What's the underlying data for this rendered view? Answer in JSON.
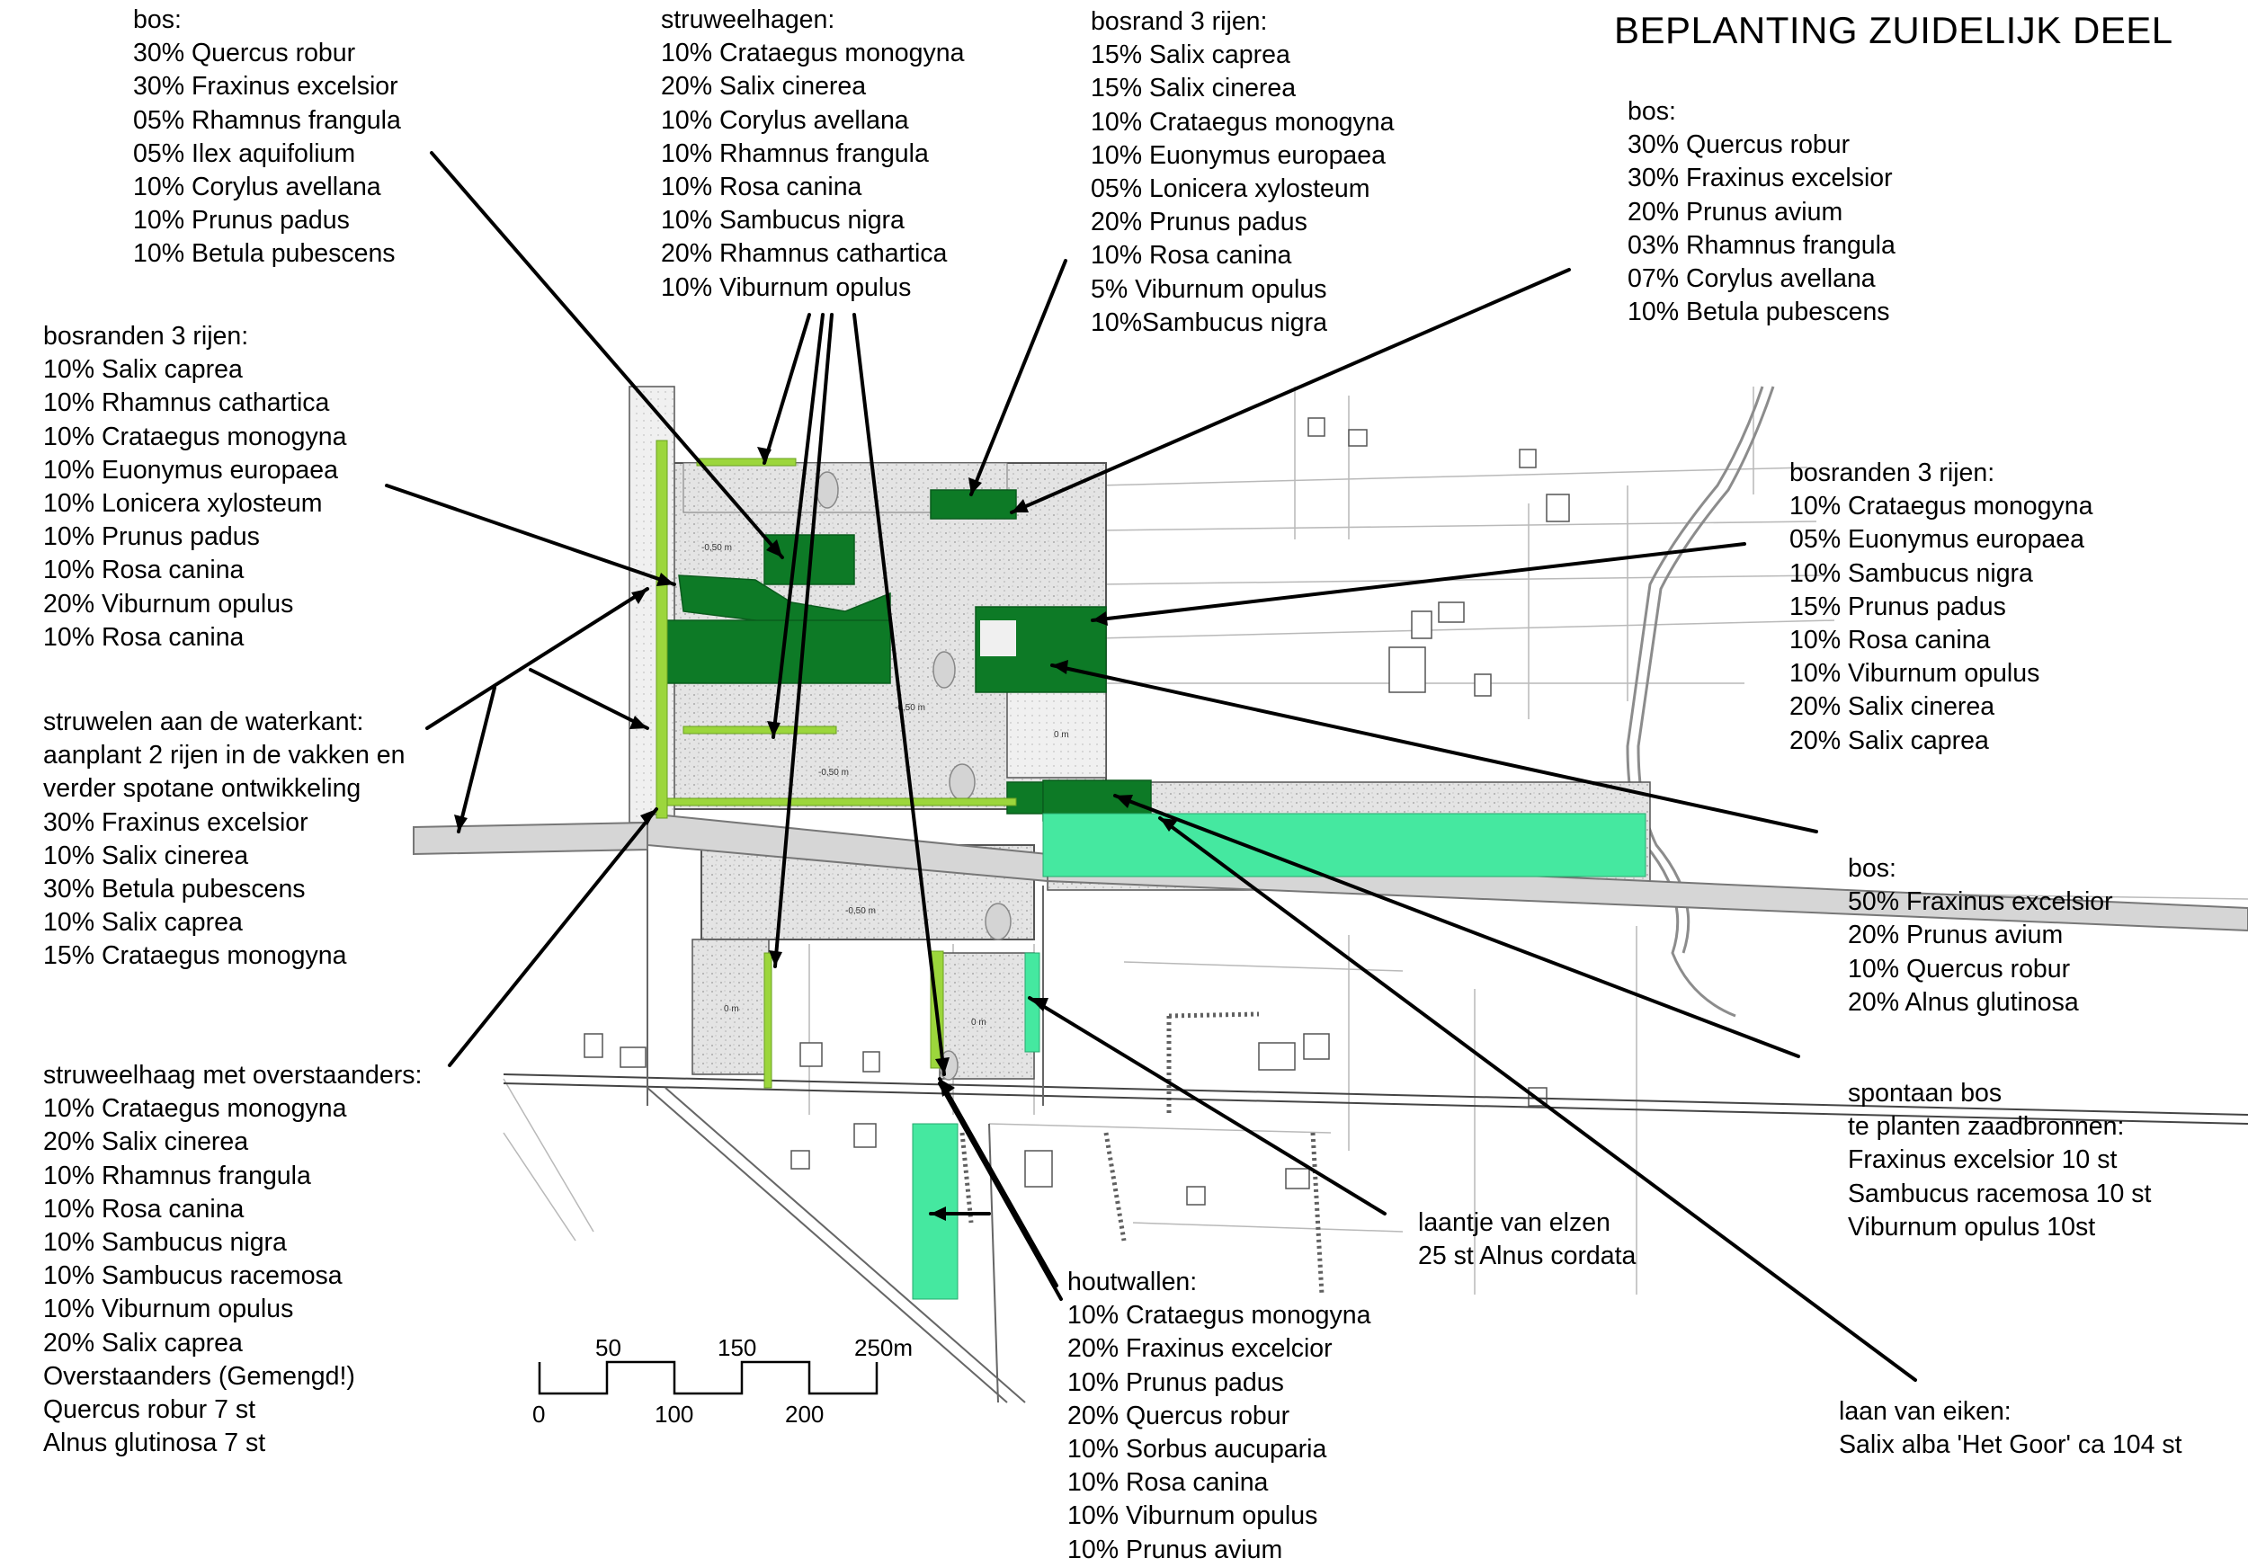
{
  "title": "BEPLANTING ZUIDELIJK DEEL",
  "colors": {
    "dark_green": "#0d7a26",
    "light_green": "#9cd63c",
    "mint": "#45e8a0",
    "gravel": "#e2e2e2",
    "line": "#000000"
  },
  "labels": {
    "bos_1": {
      "heading": "bos:",
      "lines": [
        "30% Quercus robur",
        "30% Fraxinus excelsior",
        "05% Rhamnus frangula",
        "05% Ilex aquifolium",
        "10% Corylus avellana",
        "10% Prunus padus",
        "10% Betula pubescens"
      ]
    },
    "struweelhagen": {
      "heading": "struweelhagen:",
      "lines": [
        "10% Crataegus monogyna",
        "20% Salix cinerea",
        "10% Corylus avellana",
        "10% Rhamnus frangula",
        "10% Rosa canina",
        "10% Sambucus nigra",
        "20% Rhamnus cathartica",
        "10% Viburnum opulus"
      ]
    },
    "bosrand_3": {
      "heading": "bosrand 3 rijen:",
      "lines": [
        "15% Salix caprea",
        "15% Salix cinerea",
        "10% Crataegus monogyna",
        "10% Euonymus europaea",
        "05% Lonicera xylosteum",
        "20% Prunus padus",
        "10% Rosa canina",
        "5% Viburnum opulus",
        "10%Sambucus nigra"
      ]
    },
    "bos_2": {
      "heading": "bos:",
      "lines": [
        "30% Quercus robur",
        "30% Fraxinus excelsior",
        "20% Prunus avium",
        "03% Rhamnus frangula",
        "07% Corylus avellana",
        "10% Betula pubescens"
      ]
    },
    "bosranden_left": {
      "heading": "bosranden 3 rijen:",
      "lines": [
        "10% Salix caprea",
        "10% Rhamnus cathartica",
        "10% Crataegus monogyna",
        "10% Euonymus europaea",
        "10% Lonicera xylosteum",
        "10% Prunus padus",
        "10% Rosa canina",
        "20% Viburnum opulus",
        "10% Rosa canina"
      ]
    },
    "bosranden_right": {
      "heading": "bosranden 3 rijen:",
      "lines": [
        "10% Crataegus monogyna",
        "05% Euonymus europaea",
        "10% Sambucus nigra",
        "15% Prunus padus",
        "10% Rosa canina",
        "10% Viburnum opulus",
        "20% Salix cinerea",
        "20% Salix caprea"
      ]
    },
    "struwelen": {
      "heading": "struwelen aan de waterkant:",
      "lines": [
        "aanplant 2 rijen in de vakken en",
        "verder spotane ontwikkeling",
        "30% Fraxinus excelsior",
        "10% Salix cinerea",
        "30% Betula pubescens",
        "10% Salix caprea",
        "15% Crataegus monogyna"
      ]
    },
    "bos_3": {
      "heading": "bos:",
      "lines": [
        "50% Fraxinus excelsior",
        "20% Prunus avium",
        "10% Quercus robur",
        "20% Alnus glutinosa"
      ]
    },
    "spontaan": {
      "heading": "spontaan bos",
      "lines": [
        "te planten zaadbronnen:",
        "Fraxinus excelsior 10 st",
        "Sambucus racemosa 10 st",
        "Viburnum opulus 10st"
      ]
    },
    "struweelhaag": {
      "heading": "struweelhaag met overstaanders:",
      "lines": [
        "10% Crataegus monogyna",
        "20% Salix cinerea",
        "10% Rhamnus frangula",
        "10% Rosa canina",
        "10% Sambucus nigra",
        "10% Sambucus racemosa",
        "10% Viburnum opulus",
        "20% Salix caprea",
        "Overstaanders  (Gemengd!)",
        "Quercus robur 7 st",
        "Alnus glutinosa 7 st"
      ]
    },
    "laantje": {
      "heading": "laantje van elzen",
      "lines": [
        "25 st Alnus cordata"
      ]
    },
    "houtwallen": {
      "heading": "houtwallen:",
      "lines": [
        "10% Crataegus monogyna",
        "20% Fraxinus excelcior",
        "10% Prunus padus",
        "20% Quercus robur",
        "10% Sorbus aucuparia",
        "10% Rosa canina",
        "10% Viburnum opulus",
        "10% Prunus avium"
      ]
    },
    "laan": {
      "heading": "laan van eiken:",
      "lines": [
        "Salix alba 'Het Goor' ca 104 st"
      ]
    }
  },
  "map_labels": {
    "depth_050": "-0,50 m",
    "depth_0": "0 m"
  },
  "scale_bar": {
    "top": [
      "50",
      "150",
      "250m"
    ],
    "bottom": [
      "0",
      "100",
      "200"
    ]
  }
}
